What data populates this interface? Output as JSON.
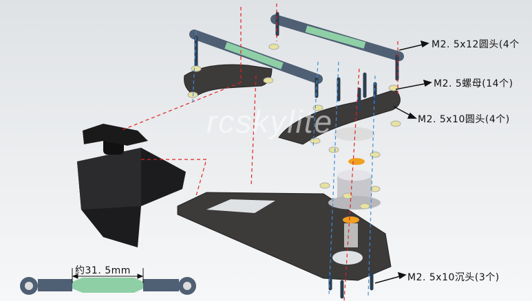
{
  "watermark": "rcskylite",
  "labels": {
    "screw_m25x12": "M2. 5x12圆头(4个",
    "nut_m25": "M2. 5螺母(14个)",
    "screw_m25x10_round": "M2. 5x10圆头(4个)",
    "screw_m25x10_countersunk": "M2. 5x10沉头(3个)",
    "rod_length": "约31. 5mm"
  },
  "colors": {
    "plate": "#3d3a3a",
    "servo": "#1c1c1e",
    "rod_end": "#4f5f74",
    "rod_body": "#8fcfa6",
    "axis_red": "#e02020",
    "axis_blue": "#3a8fd8",
    "spacer_orange": "#f0a020"
  }
}
